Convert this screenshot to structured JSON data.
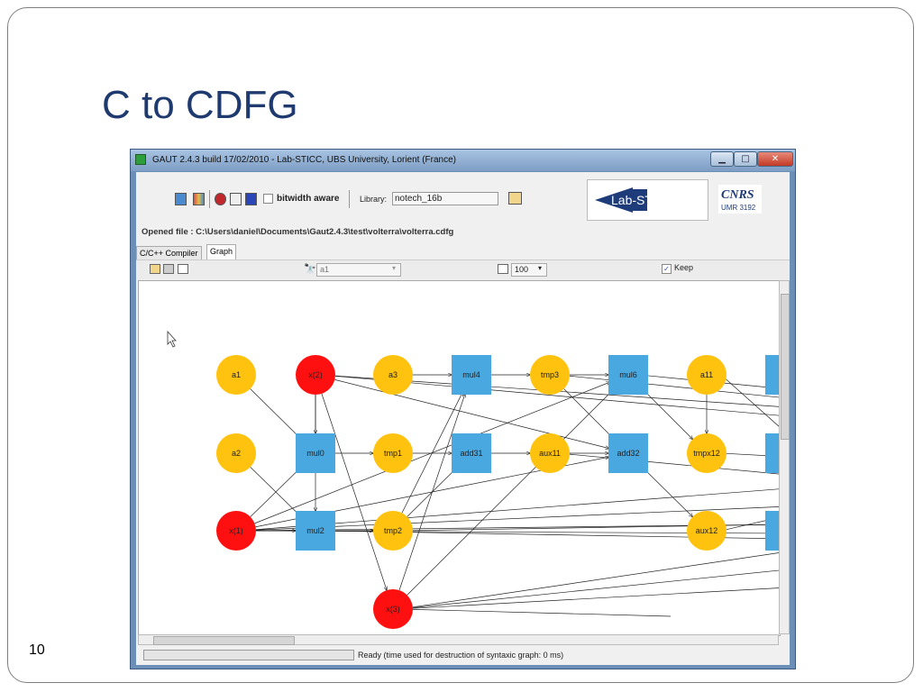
{
  "slide": {
    "title": "C to CDFG",
    "number": "10"
  },
  "window": {
    "title": "GAUT 2.4.3 build 17/02/2010 - Lab-STICC, UBS University, Lorient (France)",
    "controls": {
      "minimize": "▁",
      "maximize": "□",
      "close": "✕"
    }
  },
  "toolbar": {
    "bitwidth_label": "bitwidth aware",
    "bitwidth_checked": false,
    "library_label": "Library:",
    "library_value": "notech_16b",
    "opened_file": "Opened file : C:\\Users\\daniel\\Documents\\Gaut2.4.3\\test\\volterra\\volterra.cdfg"
  },
  "logos": {
    "lab": "Lab-STICC",
    "cnrs": "CNRS",
    "cnrs_sub": "UMR 3192"
  },
  "tabs": [
    {
      "label": "C/C++ Compiler",
      "active": false
    },
    {
      "label": "Graph",
      "active": true
    }
  ],
  "graph_toolbar": {
    "search_value": "a1",
    "zoom_value": "100",
    "keep_label": "Keep",
    "keep_checked": true
  },
  "graph": {
    "nodes": [
      {
        "id": "a1",
        "label": "a1",
        "shape": "circle",
        "color": "#ffc20e"
      },
      {
        "id": "x2",
        "label": "x(2)",
        "shape": "circle",
        "color": "#ff1010"
      },
      {
        "id": "a3",
        "label": "a3",
        "shape": "circle",
        "color": "#ffc20e"
      },
      {
        "id": "mul4",
        "label": "mul4",
        "shape": "rect",
        "color": "#4aa8e0"
      },
      {
        "id": "tmp3",
        "label": "tmp3",
        "shape": "circle",
        "color": "#ffc20e"
      },
      {
        "id": "mul6",
        "label": "mul6",
        "shape": "rect",
        "color": "#4aa8e0"
      },
      {
        "id": "a11",
        "label": "a11",
        "shape": "circle",
        "color": "#ffc20e"
      },
      {
        "id": "a2",
        "label": "a2",
        "shape": "circle",
        "color": "#ffc20e"
      },
      {
        "id": "mul0",
        "label": "mul0",
        "shape": "rect",
        "color": "#4aa8e0"
      },
      {
        "id": "tmp1",
        "label": "tmp1",
        "shape": "circle",
        "color": "#ffc20e"
      },
      {
        "id": "add31",
        "label": "add31",
        "shape": "rect",
        "color": "#4aa8e0"
      },
      {
        "id": "aux11",
        "label": "aux11",
        "shape": "circle",
        "color": "#ffc20e"
      },
      {
        "id": "add32",
        "label": "add32",
        "shape": "rect",
        "color": "#4aa8e0"
      },
      {
        "id": "tmpx12",
        "label": "tmpx12",
        "shape": "circle",
        "color": "#ffc20e"
      },
      {
        "id": "x1",
        "label": "x(1)",
        "shape": "circle",
        "color": "#ff1010"
      },
      {
        "id": "mul2",
        "label": "mul2",
        "shape": "rect",
        "color": "#4aa8e0"
      },
      {
        "id": "tmp2",
        "label": "tmp2",
        "shape": "circle",
        "color": "#ffc20e"
      },
      {
        "id": "aux12",
        "label": "aux12",
        "shape": "circle",
        "color": "#ffc20e"
      },
      {
        "id": "x3",
        "label": "x(3)",
        "shape": "circle",
        "color": "#ff1010"
      }
    ]
  },
  "status": {
    "text": "Ready (time used for destruction of syntaxic graph: 0 ms)"
  }
}
